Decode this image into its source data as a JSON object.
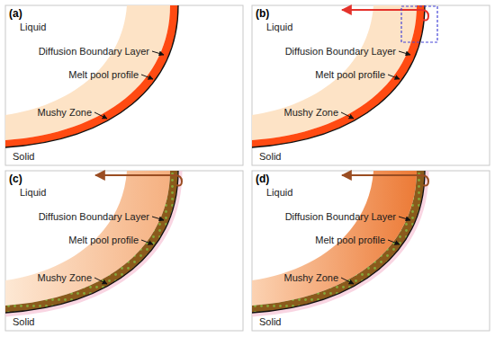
{
  "diagram": {
    "labels": [
      "(a)",
      "Liquid",
      "Diffusion Boundary Layer",
      "Melt pool profile",
      "Mushy Zone",
      "Solid",
      "(b)",
      "Liquid",
      "Diffusion Boundary Layer",
      "Melt pool profile",
      "Mushy Zone",
      "Solid",
      "(c)",
      "Liquid",
      "Diffusion Boundary Layer",
      "Melt pool profile",
      "Mushy Zone",
      "Solid",
      "(d)",
      "Liquid",
      "Diffusion Boundary Layer",
      "Melt pool profile",
      "Mushy Zone",
      "Solid"
    ]
  }
}
